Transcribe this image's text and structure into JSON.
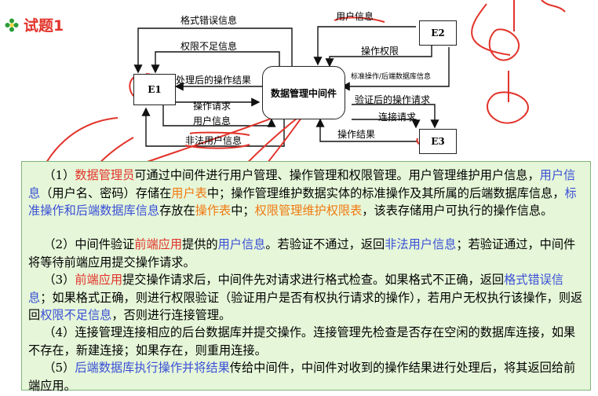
{
  "title": "试题1",
  "colors": {
    "title": "#e2332a",
    "red": "#e2332a",
    "blue": "#3a4fd6",
    "orange": "#f07a12",
    "panel_bg": "#e6f7d9",
    "pen": "#e2332a"
  },
  "icons": [
    "flower-bullet-icon"
  ],
  "diagram": {
    "entities": {
      "e1": "E1",
      "e2": "E2",
      "e3": "E3"
    },
    "process": "数据管理中间件",
    "flows": {
      "format_error": "格式错误信息",
      "perm_insufficient": "权限不足信息",
      "processed_result": "处理后的操作结果",
      "op_request": "操作请求",
      "user_info_e1": "用户信息",
      "illegal_user": "非法用户信息",
      "user_info_e2": "用户信息",
      "op_permission": "操作权限",
      "std_ops": "标准操作/后端数据库信息",
      "verified_request": "验证后的操作请求",
      "connect_request": "连接请求",
      "op_result": "操作结果"
    }
  },
  "text": {
    "p1": [
      "（1）",
      "数据管理员",
      "可通过中间件进行用户管理、操作管理和权限管理。用户管理维护用户信息，",
      "用户信息",
      "（用户名、密码）存储在",
      "用户表",
      "中；操作管理维护数据实体的标准操作及其所属的后端数据库信息，",
      "标准操作和后端数据库信息",
      "存放在",
      "操作表",
      "中；",
      "权限管理维护权限表",
      "，该表存储用户可执行的操作信息。"
    ],
    "p2": [
      "（2）中间件验证",
      "前端应用",
      "提供的",
      "用户信息",
      "。若验证不通过，返回",
      "非法用户信息",
      "；若验证通过，中间件将等待前端应用提交操作请求。"
    ],
    "p3": [
      "（3）",
      "前端应用",
      "提交操作请求后，中间件先对请求进行格式检查。如果格式不正确，返回",
      "格式错误信息",
      "；如果格式正确，则进行权限验证（验证用户是否有权执行请求的操作），若用户无权执行该操作，则返回",
      "权限不足信息",
      "，否则进行连接管理。"
    ],
    "p4": [
      "（4）连接管理连接相应的后台数据库并提交操作。连接管理先检查是否存在空闲的数据库连接，如果不存在，新建连接；如果存在，则重用连接。"
    ],
    "p5": [
      "（5）",
      "后端数据库执行操作并将结果",
      "传给中间件，中间件对收到的操作结果进行处理后，将其返回给前端应用。"
    ]
  }
}
